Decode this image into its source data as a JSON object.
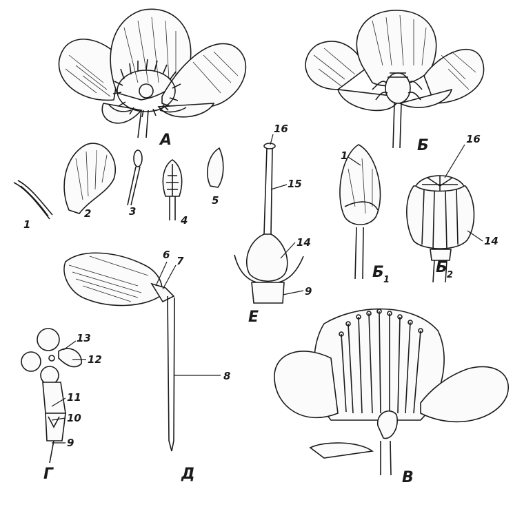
{
  "figure": {
    "panels": {
      "A": "А",
      "B": "Б",
      "B1": "Б",
      "B1_sub": "1",
      "B2": "Б",
      "B2_sub": "2",
      "V": "В",
      "G": "Г",
      "D": "Д",
      "E": "Е"
    },
    "numbers": {
      "n1a": "1",
      "n2": "2",
      "n3": "3",
      "n4": "4",
      "n5": "5",
      "n6": "6",
      "n7": "7",
      "n8": "8",
      "n9g": "9",
      "n9e": "9",
      "n10": "10",
      "n11": "11",
      "n12": "12",
      "n13": "13",
      "n14e": "14",
      "n14b2": "14",
      "n15": "15",
      "n16e": "16",
      "n16b2": "16",
      "n1b1": "1"
    }
  }
}
